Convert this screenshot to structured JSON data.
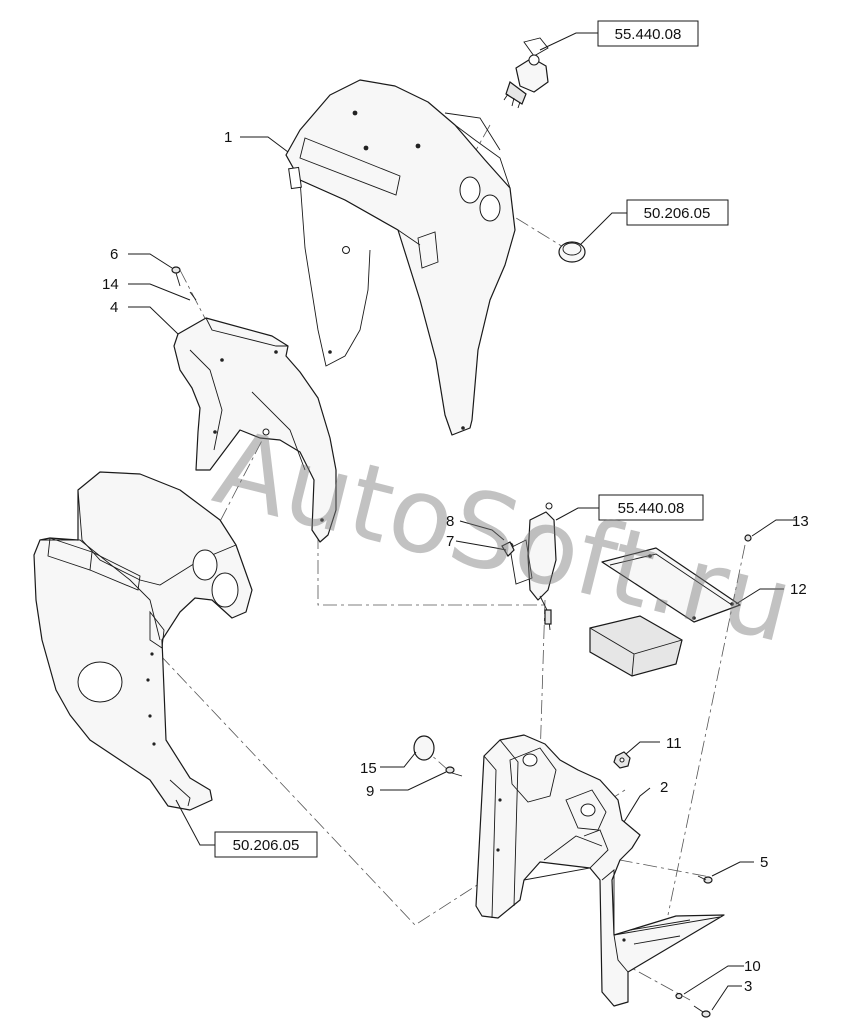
{
  "watermark": "AutoSoft.ru",
  "callouts": {
    "c1": "1",
    "c2": "2",
    "c3": "3",
    "c4": "4",
    "c5": "5",
    "c6": "6",
    "c7": "7",
    "c8": "8",
    "c9": "9",
    "c10": "10",
    "c11": "11",
    "c12": "12",
    "c13": "13",
    "c14": "14",
    "c15": "15"
  },
  "references": {
    "top": "55.440.08",
    "plug": "50.206.05",
    "switch": "55.440.08",
    "lower": "50.206.05"
  },
  "icons": [
    "ignition-switch-icon",
    "blanking-plug-icon",
    "screw-icon",
    "nut-icon"
  ]
}
